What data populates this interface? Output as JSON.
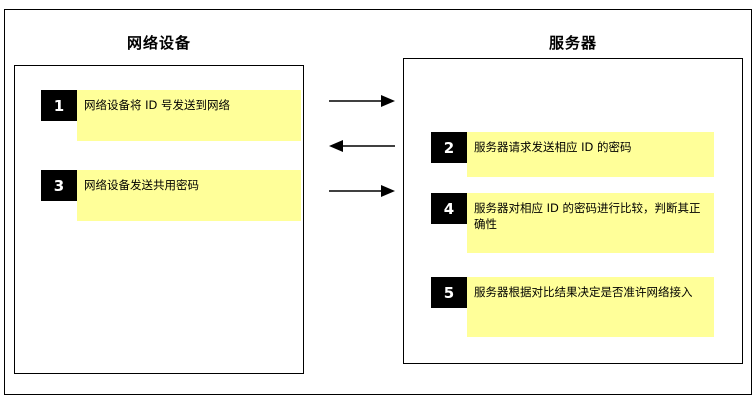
{
  "diagram": {
    "title_left": "网络设备",
    "title_right": "服务器",
    "colors": {
      "step_number_bg": "#000000",
      "step_number_fg": "#ffffff",
      "step_body_bg": "#ffff99",
      "border": "#000000",
      "page_bg": "#ffffff"
    },
    "left_column": {
      "label": "网络设备",
      "steps": [
        {
          "number": "1",
          "text": "网络设备将 ID 号发送到网络"
        },
        {
          "number": "3",
          "text": "网络设备发送共用密码"
        }
      ]
    },
    "right_column": {
      "label": "服务器",
      "steps": [
        {
          "number": "2",
          "text": "服务器请求发送相应 ID 的密码"
        },
        {
          "number": "4",
          "text": "服务器对相应 ID 的密码进行比较，判断其正确性"
        },
        {
          "number": "5",
          "text": "服务器根据对比结果决定是否准许网络接入"
        }
      ]
    },
    "arrows": [
      {
        "name": "arrow-right-step1",
        "direction": "right"
      },
      {
        "name": "arrow-left-step2",
        "direction": "left"
      },
      {
        "name": "arrow-right-step3",
        "direction": "right"
      }
    ]
  }
}
